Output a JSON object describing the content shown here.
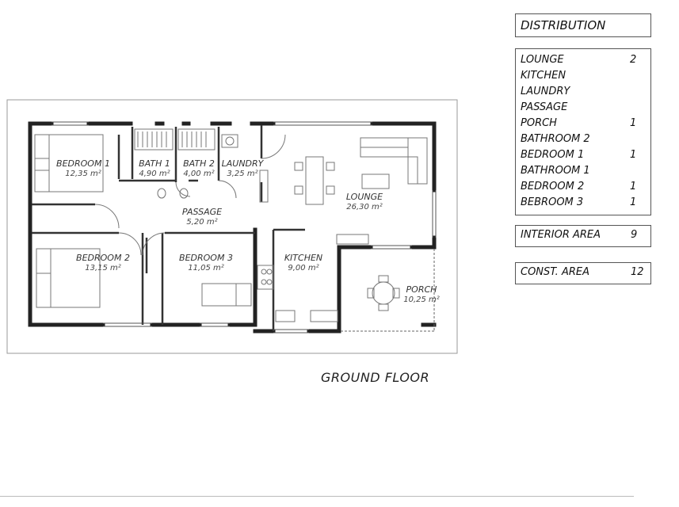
{
  "floor_title": "GROUND FLOOR",
  "rooms": [
    {
      "id": "bedroom1",
      "name": "BEDROOM 1",
      "area": "12,35 m²"
    },
    {
      "id": "bath1",
      "name": "BATH 1",
      "area": "4,90 m²"
    },
    {
      "id": "bath2",
      "name": "BATH 2",
      "area": "4,00 m²"
    },
    {
      "id": "laundry",
      "name": "LAUNDRY",
      "area": "3,25 m²"
    },
    {
      "id": "lounge",
      "name": "LOUNGE",
      "area": "26,30 m²"
    },
    {
      "id": "passage",
      "name": "PASSAGE",
      "area": "5,20 m²"
    },
    {
      "id": "bedroom2",
      "name": "BEDROOM 2",
      "area": "13,15 m²"
    },
    {
      "id": "bedroom3",
      "name": "BEDROOM 3",
      "area": "11,05 m²"
    },
    {
      "id": "kitchen",
      "name": "KITCHEN",
      "area": "9,00 m²"
    },
    {
      "id": "porch",
      "name": "PORCH",
      "area": "10,25 m²"
    }
  ],
  "distribution": {
    "title": "DISTRIBUTION",
    "rows": [
      {
        "name": "LOUNGE",
        "value": "2"
      },
      {
        "name": "KITCHEN",
        "value": ""
      },
      {
        "name": "LAUNDRY",
        "value": ""
      },
      {
        "name": "PASSAGE",
        "value": ""
      },
      {
        "name": "PORCH",
        "value": "1"
      },
      {
        "name": "BATHROOM 2",
        "value": ""
      },
      {
        "name": "BEDROOM 1",
        "value": "1"
      },
      {
        "name": "BATHROOM 1",
        "value": ""
      },
      {
        "name": "BEDROOM 2",
        "value": "1"
      },
      {
        "name": "BEBROOM 3",
        "value": "1"
      }
    ],
    "interior_area": {
      "name": "INTERIOR AREA",
      "value": "9"
    },
    "const_area": {
      "name": "CONST. AREA",
      "value": "12"
    }
  }
}
